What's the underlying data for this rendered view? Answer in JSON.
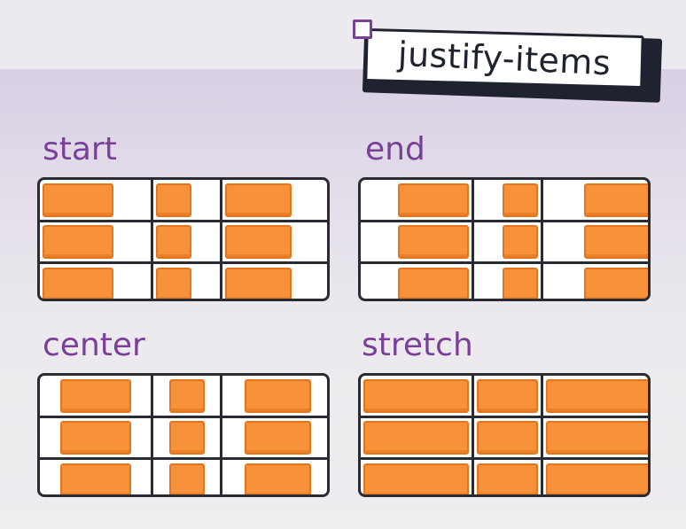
{
  "title": "justify-items",
  "colors": {
    "accent": "#7a3f98",
    "item": "#f7923a",
    "grid_line": "#2a2a33"
  },
  "panels": [
    {
      "label": "start",
      "justify": "start"
    },
    {
      "label": "end",
      "justify": "end"
    },
    {
      "label": "center",
      "justify": "center"
    },
    {
      "label": "stretch",
      "justify": "stretch"
    }
  ]
}
